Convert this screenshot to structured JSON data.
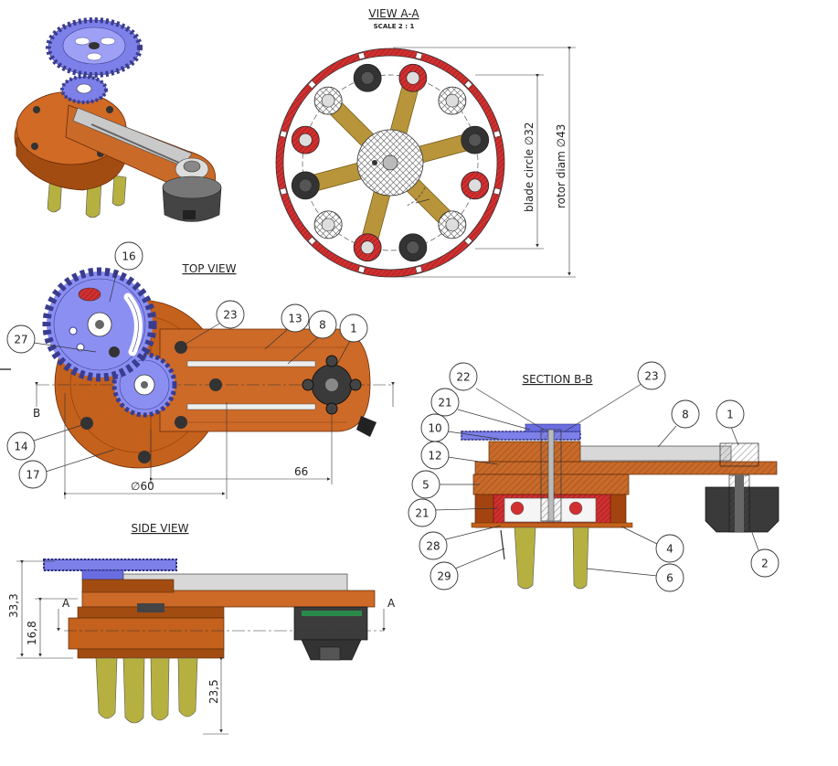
{
  "views": {
    "view_aa": {
      "title": "VIEW A-A",
      "scale": "SCALE 2 : 1",
      "dim_blade": "blade circle ∅32",
      "dim_rotor": "rotor diam ∅43"
    },
    "top": {
      "title": "TOP VIEW",
      "dim_66": "66",
      "dim_60": "∅60",
      "section_mark": "B"
    },
    "section": {
      "title": "SECTION B-B"
    },
    "side": {
      "title": "SIDE VIEW",
      "dim_33": "33,3",
      "dim_16": "16,8",
      "dim_23": "23,5",
      "section_mark_l": "A",
      "section_mark_r": "A"
    }
  },
  "balloons": {
    "b16": "16",
    "b23t": "23",
    "b13": "13",
    "b8t": "8",
    "b1t": "1",
    "b27": "27",
    "b14": "14",
    "b17": "17",
    "b22": "22",
    "b23s": "23",
    "b21a": "21",
    "b8s": "8",
    "b1s": "1",
    "b10": "10",
    "b12": "12",
    "b5": "5",
    "b21b": "21",
    "b28": "28",
    "b29": "29",
    "b4": "4",
    "b6": "6",
    "b2": "2"
  },
  "colors": {
    "orange": "#c8621e",
    "orange_dark": "#8a3a0c",
    "gear": "#8b8ff2",
    "red": "#c82828",
    "olive": "#b5a33a",
    "blade_yellow": "#c8c04a"
  }
}
